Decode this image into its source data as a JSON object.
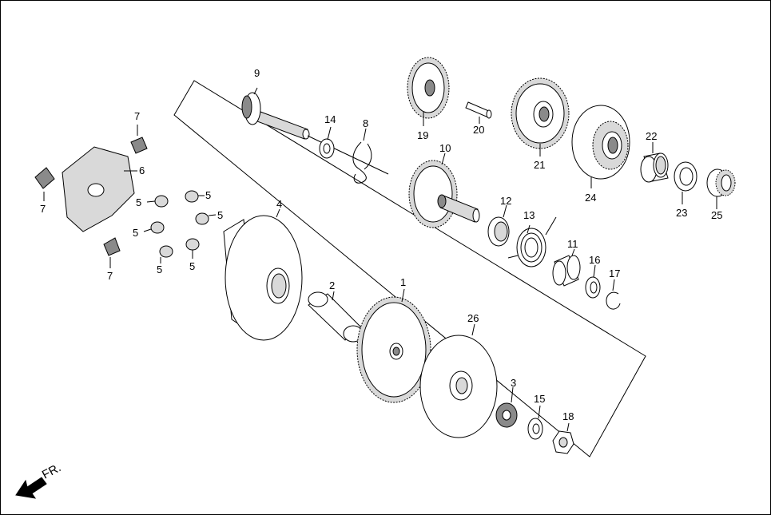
{
  "direction_label": "FR.",
  "callouts": [
    "1",
    "2",
    "3",
    "4",
    "5",
    "5",
    "5",
    "5",
    "5",
    "5",
    "6",
    "7",
    "7",
    "7",
    "8",
    "9",
    "10",
    "11",
    "12",
    "13",
    "14",
    "15",
    "16",
    "17",
    "18",
    "19",
    "20",
    "21",
    "22",
    "23",
    "24",
    "25",
    "26"
  ],
  "colors": {
    "line": "#000000",
    "shade": "#d9d9d9",
    "dark": "#8a8a8a",
    "background": "#ffffff"
  }
}
